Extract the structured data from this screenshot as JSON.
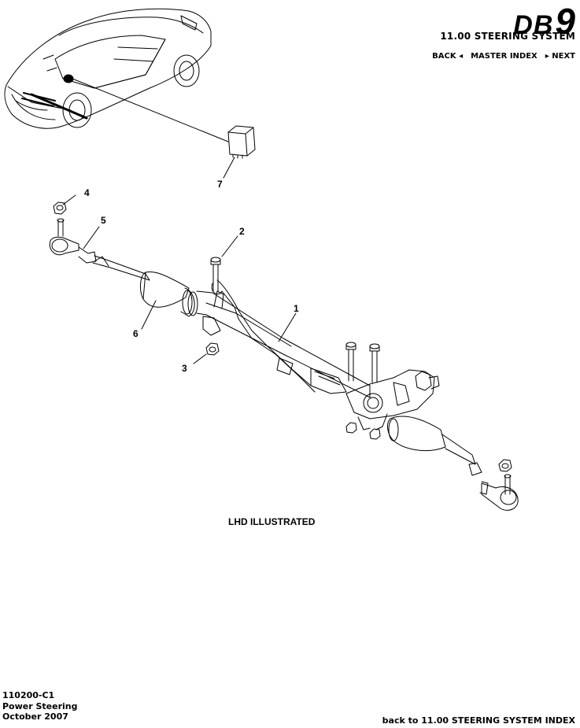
{
  "header": {
    "logo_db": "DB",
    "logo_9": "9",
    "section_title": "11.00 STEERING SYSTEM"
  },
  "nav": {
    "back": "BACK ◂",
    "master_index": "MASTER INDEX",
    "next": "▸ NEXT"
  },
  "callouts": [
    "1",
    "2",
    "3",
    "4",
    "5",
    "6",
    "7"
  ],
  "caption": "LHD ILLUSTRATED",
  "footer": {
    "code": "110200-C1",
    "name": "Power Steering",
    "date": "October 2007",
    "back_link": "back to 11.00 STEERING SYSTEM INDEX"
  }
}
